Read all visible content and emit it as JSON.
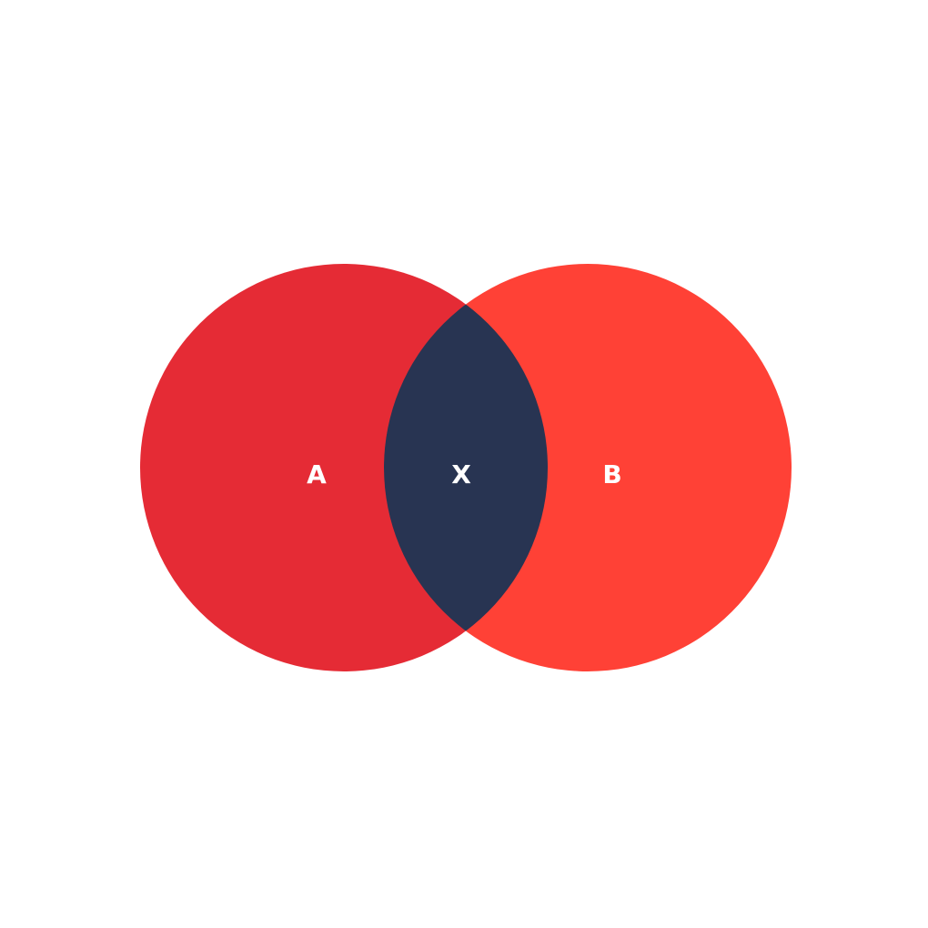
{
  "diagram": {
    "type": "venn",
    "sets": [
      {
        "label": "A",
        "color": "#e52b35"
      },
      {
        "label": "B",
        "color": "#ff4136"
      }
    ],
    "intersection": {
      "label": "X",
      "color": "#283452"
    }
  }
}
